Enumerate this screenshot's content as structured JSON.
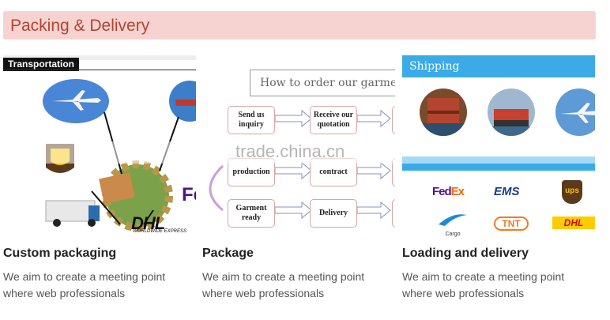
{
  "header": {
    "title": "Packing & Delivery"
  },
  "panels": {
    "transport": {
      "tag": "Transportation",
      "dhl": "DHL",
      "dhl_sub": "WORLDWIDE EXPRESS",
      "fedex_fragment": "Fe"
    },
    "order": {
      "title": "How to order our garments",
      "steps": {
        "send_inquiry": "Send us inquiry",
        "receive_quotation": "Receive our quotation",
        "production": "production",
        "contract": "contract",
        "garment_ready": "Garment ready",
        "delivery": "Delivery"
      }
    },
    "shipping": {
      "title": "Shipping",
      "couriers": {
        "fedex_fe": "Fed",
        "fedex_ex": "Ex",
        "ems": "EMS",
        "ups": "ups",
        "cargo": "Cargo",
        "tnt": "TNT",
        "dhl": "DHL"
      }
    }
  },
  "cards": [
    {
      "title": "Custom packaging",
      "desc": "We aim to create a meeting point where web professionals"
    },
    {
      "title": "Package",
      "desc": "We aim to create a meeting point where web professionals"
    },
    {
      "title": "Loading and delivery",
      "desc": "We aim to create a meeting point where web professionals"
    }
  ],
  "watermark": "trade.china.cn",
  "colors": {
    "header_bg": "#f6d3d1",
    "header_text": "#b5452e",
    "shipping_blue": "#3aabe6"
  }
}
